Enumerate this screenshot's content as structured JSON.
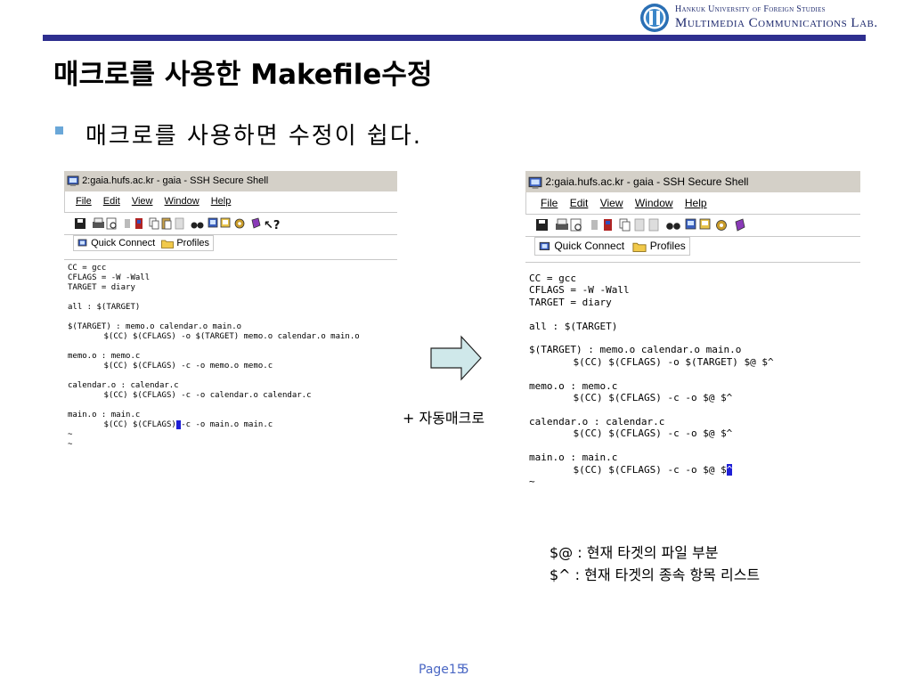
{
  "header": {
    "logo_line1": "Hankuk University of Foreign Studies",
    "logo_line2": "Multimedia Communications Lab."
  },
  "slide": {
    "title": "매크로를 사용한 Makefile수정",
    "bullet": "매크로를 사용하면 수정이 쉽다."
  },
  "left_window": {
    "title": "2:gaia.hufs.ac.kr - gaia - SSH Secure Shell",
    "menu": [
      "File",
      "Edit",
      "View",
      "Window",
      "Help"
    ],
    "quick_connect": "Quick Connect",
    "profiles": "Profiles",
    "lines": [
      "CC = gcc",
      "CFLAGS = -W -Wall",
      "TARGET = diary",
      "",
      "all : $(TARGET)",
      "",
      "$(TARGET) : memo.o calendar.o main.o",
      "\t$(CC) $(CFLAGS) -o $(TARGET) memo.o calendar.o main.o",
      "",
      "memo.o : memo.c",
      "\t$(CC) $(CFLAGS) -c -o memo.o memo.c",
      "",
      "calendar.o : calendar.c",
      "\t$(CC) $(CFLAGS) -c -o calendar.o calendar.c",
      "",
      "main.o : main.c",
      "\t$(CC) $(CFLAGS)|-c -o main.o main.c",
      "~",
      "~"
    ]
  },
  "right_window": {
    "title": "2:gaia.hufs.ac.kr - gaia - SSH Secure Shell",
    "menu": [
      "File",
      "Edit",
      "View",
      "Window",
      "Help"
    ],
    "quick_connect": "Quick Connect",
    "profiles": "Profiles",
    "lines": [
      "CC = gcc",
      "CFLAGS = -W -Wall",
      "TARGET = diary",
      "",
      "all : $(TARGET)",
      "",
      "$(TARGET) : memo.o calendar.o main.o",
      "\t$(CC) $(CFLAGS) -o $(TARGET) $@ $^",
      "",
      "memo.o : memo.c",
      "\t$(CC) $(CFLAGS) -c -o $@ $^",
      "",
      "calendar.o : calendar.c",
      "\t$(CC) $(CFLAGS) -c -o $@ $^",
      "",
      "main.o : main.c",
      "\t$(CC) $(CFLAGS) -c -o $@ $|^",
      "~"
    ]
  },
  "arrow_label": "+ 자동매크로",
  "notes": [
    "$@ : 현재 타겟의 파일 부분",
    "$^ : 현재 타겟의 종속 항목 리스트"
  ],
  "footer": {
    "page_word": "Page",
    "page_number": "15",
    "overlap_number": "5"
  },
  "colors": {
    "top_bar": "#2e2f8f",
    "bullet": "#6aa7d8",
    "arrow_fill": "#cfe8ea",
    "footer": "#4a67c4",
    "cursor": "#1f1fd6"
  }
}
